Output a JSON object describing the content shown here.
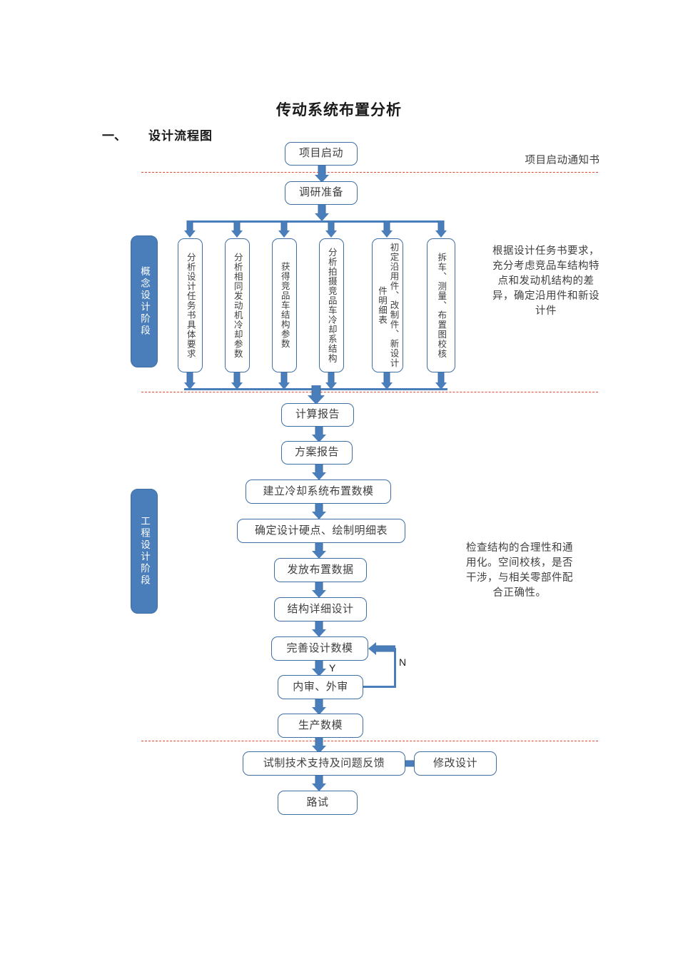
{
  "document": {
    "title": "传动系统布置分析",
    "section_number": "一、",
    "section_title": "设计流程图"
  },
  "phases": [
    {
      "id": "concept",
      "label": "概念设计阶段"
    },
    {
      "id": "engineering",
      "label": "工程设计阶段"
    }
  ],
  "annotations": [
    {
      "id": "kickoff-note",
      "text": "项目启动通知书"
    },
    {
      "id": "concept-note",
      "text": "根据设计任务书要求，充分考虑竞品车结构特点和发动机结构的差异，确定沿用件和新设计件"
    },
    {
      "id": "engineering-note",
      "text": "检查结构的合理性和通用化。空间校核，是否干涉，与相关零部件配合正确性。"
    }
  ],
  "nodes": {
    "start": "项目启动",
    "research": "调研准备",
    "branch": [
      "分析设计任务书具体要求",
      "分析相同发动机冷却参数",
      "获得竞品车结构参数",
      "分析拍摄竞品车冷却系结构",
      "初定沿用件、改制件、新设计件明细表",
      "拆车、测量、布置图校核"
    ],
    "calc_report": "计算报告",
    "plan_report": "方案报告",
    "build_model": "建立冷却系统布置数模",
    "hardpoints": "确定设计硬点、绘制明细表",
    "release_data": "发放布置数据",
    "detail_design": "结构详细设计",
    "refine_model": "完善设计数模",
    "review": "内审、外审",
    "production_model": "生产数模",
    "trial_support": "试制技术支持及问题反馈",
    "modify_design": "修改设计",
    "road_test": "路试"
  },
  "flow_labels": {
    "yes": "Y",
    "no": "N"
  },
  "colors": {
    "arrow_fill": "#4a7ebb",
    "arrow_stroke": "#3f6fa5",
    "box_border": "#3f6fa5",
    "phase_bar": "#4a7ebb",
    "separator": "#e0483a",
    "text": "#3f3f3f"
  }
}
